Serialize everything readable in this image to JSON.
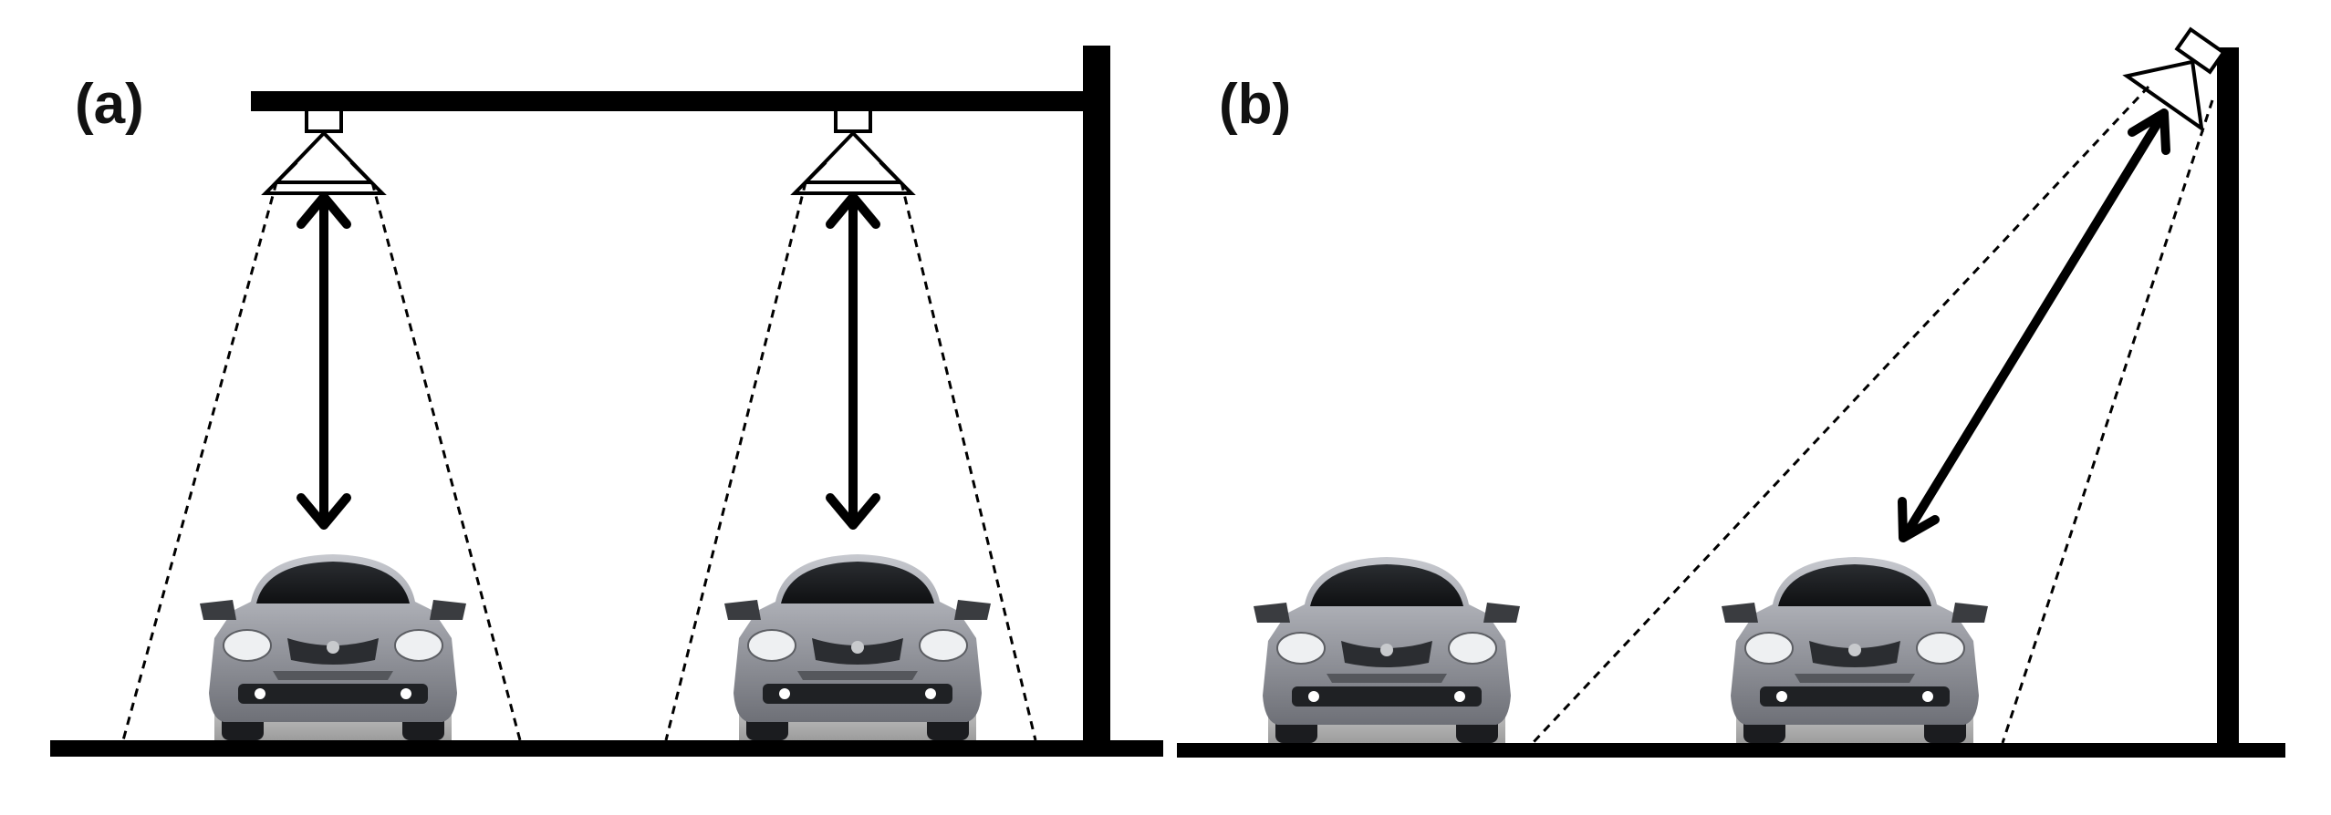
{
  "panels": [
    {
      "label": "(a)",
      "description_name": "overhead-sensor-setup"
    },
    {
      "label": "(b)",
      "description_name": "side-pole-sensor-setup"
    }
  ],
  "colors": {
    "structure": "#000000",
    "car_body": "#9a9ca3",
    "car_dark": "#1f2124",
    "windshield": "#16181b",
    "ground_shadow": "#b9b9b9",
    "sensor_fill": "#ffffff"
  },
  "icons": {
    "sensor": "sensor-icon",
    "car": "car-icon",
    "arrow": "double-arrow-icon"
  }
}
